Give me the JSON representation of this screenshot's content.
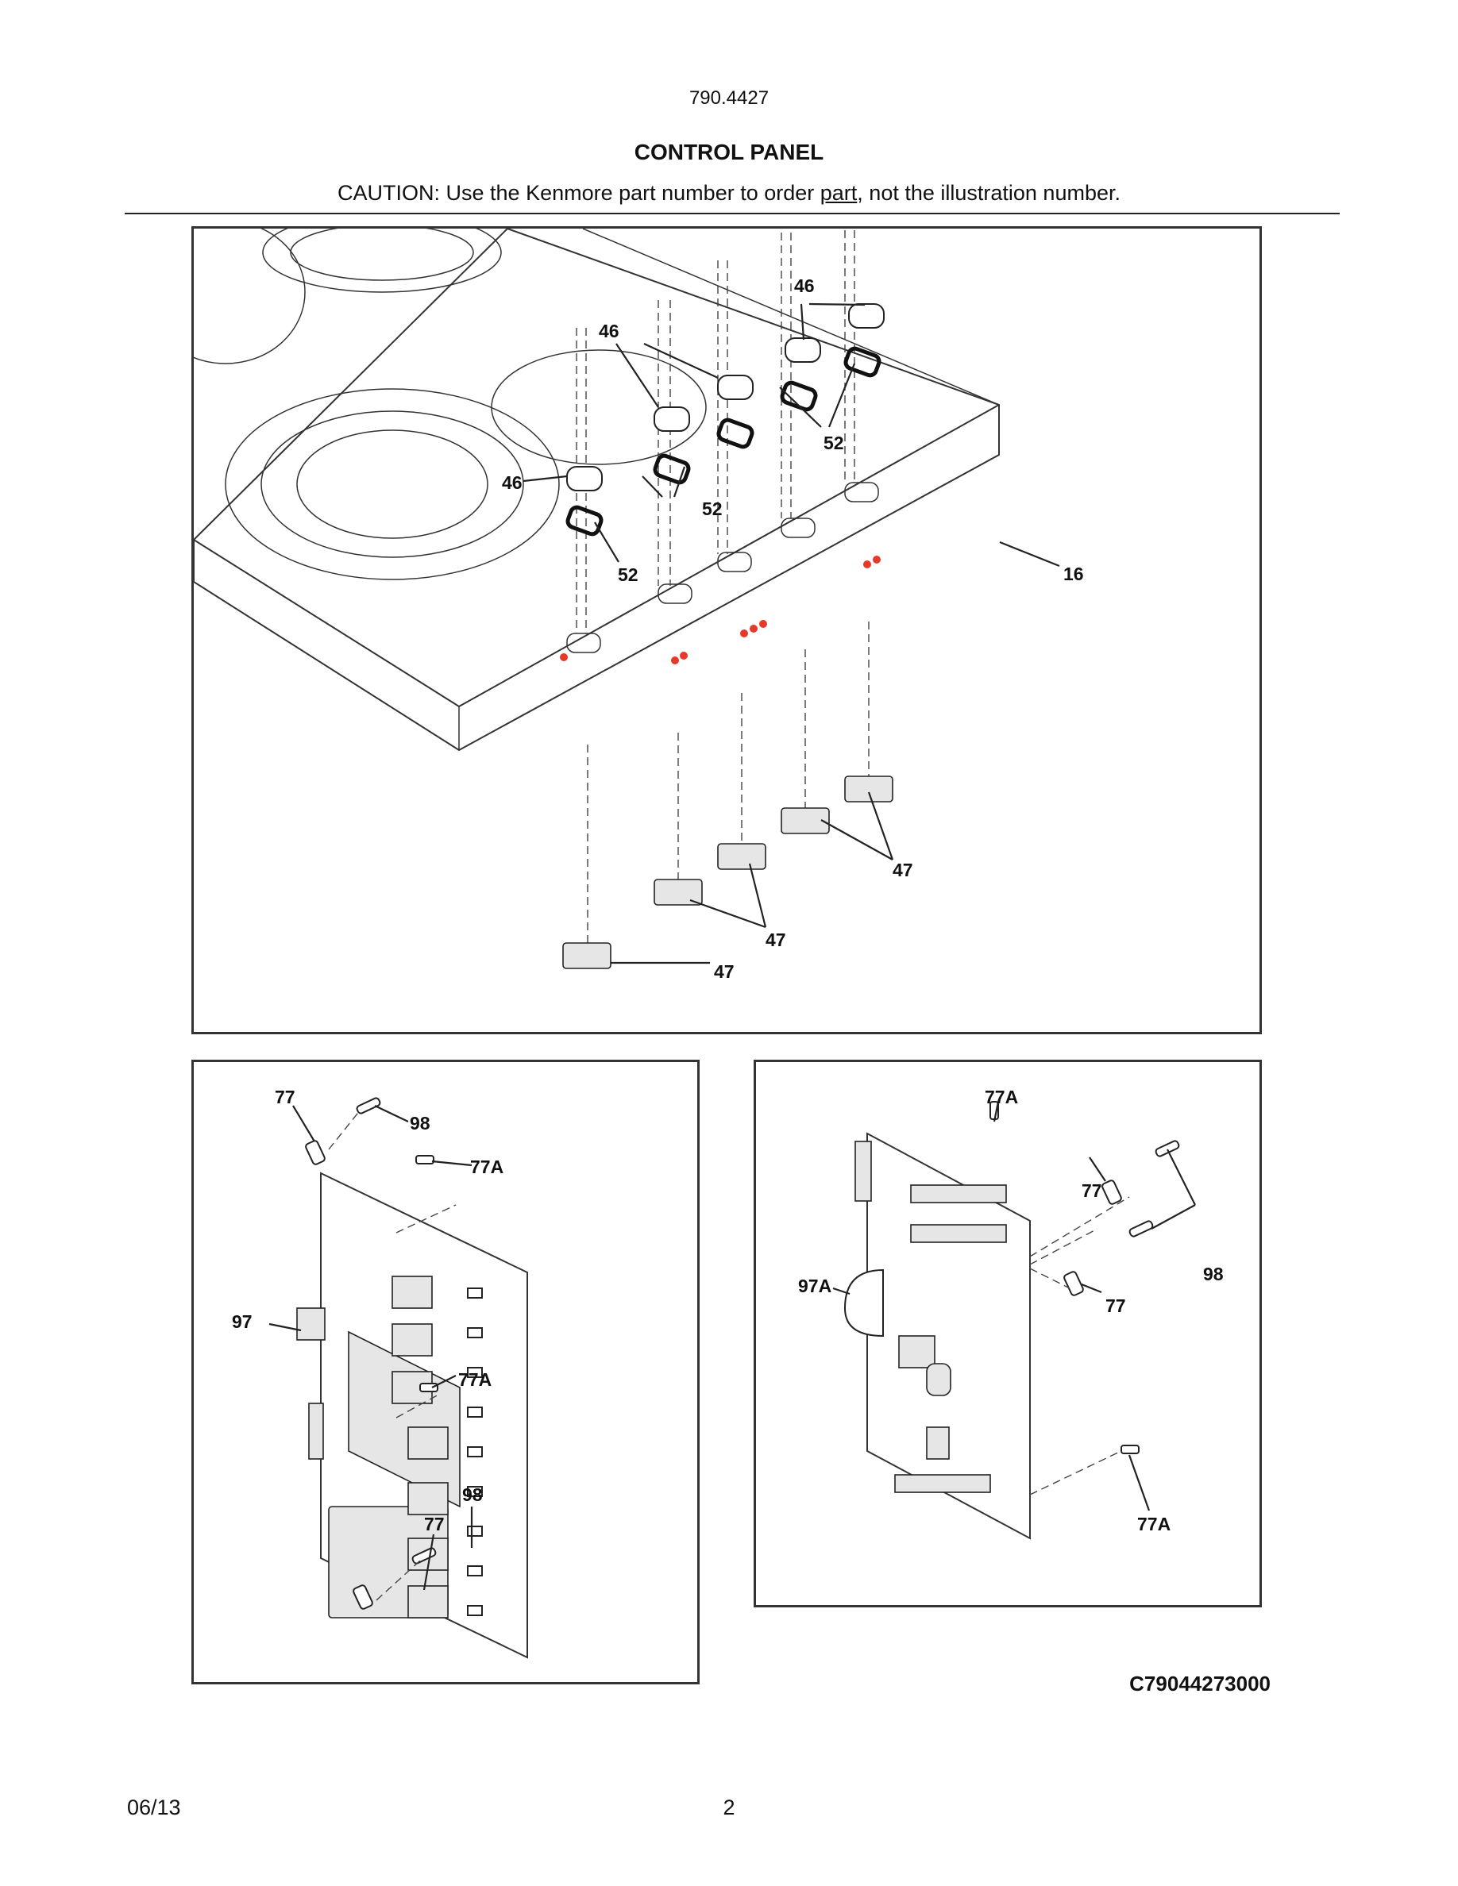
{
  "header": {
    "model": "790.4427",
    "title": "CONTROL PANEL",
    "caution_before": "CAUTION: Use the Kenmore part number to order ",
    "caution_underlined": "part",
    "caution_after": ", not the illustration number."
  },
  "top_panel": {
    "callouts": [
      "46",
      "46",
      "46",
      "52",
      "52",
      "52",
      "16",
      "47",
      "47",
      "47"
    ]
  },
  "left_panel": {
    "callouts": [
      "77",
      "98",
      "77A",
      "97",
      "77A",
      "98",
      "77"
    ]
  },
  "right_panel": {
    "callouts": [
      "77A",
      "77",
      "97A",
      "98",
      "77",
      "77A"
    ]
  },
  "footer": {
    "diagram_code": "C79044273000",
    "date": "06/13",
    "page_number": "2"
  }
}
